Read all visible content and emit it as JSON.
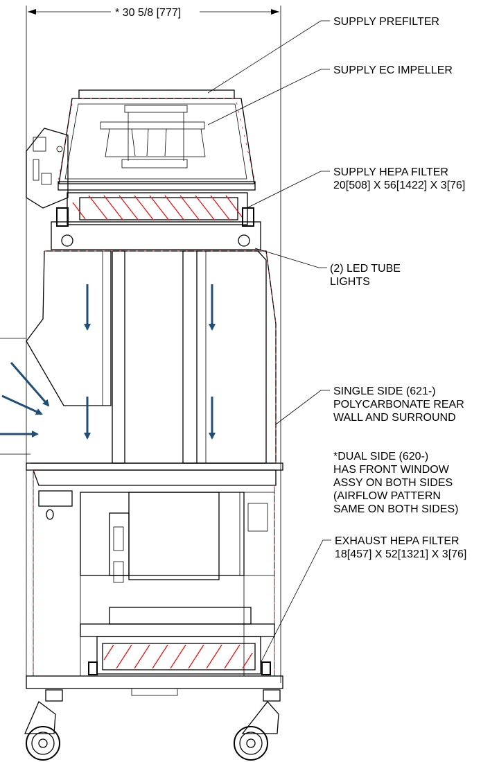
{
  "dimension": {
    "width_label": "* 30 5/8 [777]"
  },
  "callouts": [
    {
      "id": "supply-prefilter",
      "lines": [
        "SUPPLY PREFILTER"
      ]
    },
    {
      "id": "supply-ec-impeller",
      "lines": [
        "SUPPLY EC IMPELLER"
      ]
    },
    {
      "id": "supply-hepa-filter",
      "lines": [
        "SUPPLY HEPA FILTER",
        "20[508] X 56[1422] X 3[76]"
      ]
    },
    {
      "id": "led-tube-lights",
      "lines": [
        "(2) LED TUBE",
        "LIGHTS"
      ]
    },
    {
      "id": "single-side",
      "lines": [
        "SINGLE SIDE (621-)",
        "POLYCARBONATE REAR",
        "WALL AND SURROUND"
      ]
    },
    {
      "id": "dual-side",
      "lines": [
        "*DUAL SIDE (620-)",
        "HAS FRONT WINDOW",
        "ASSY ON BOTH SIDES",
        "(AIRFLOW PATTERN",
        "SAME ON BOTH SIDES)"
      ]
    },
    {
      "id": "exhaust-hepa-filter",
      "lines": [
        "EXHAUST HEPA FILTER",
        "18[457] X 52[1321] X 3[76]"
      ]
    }
  ],
  "colors": {
    "airflow_arrow": "#1f4e79",
    "hatch": "#e11111",
    "line": "#000000"
  }
}
